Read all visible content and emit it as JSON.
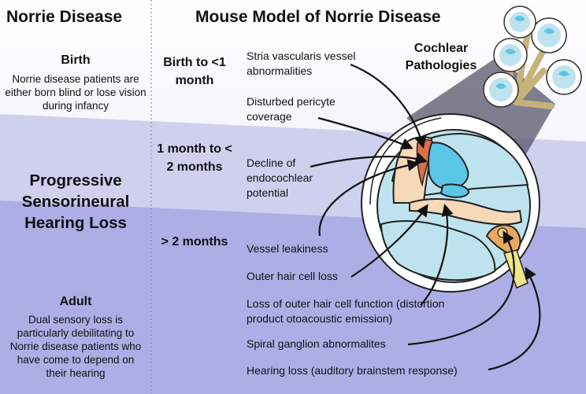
{
  "left": {
    "title": "Norrie Disease",
    "birth_heading": "Birth",
    "birth_text": "Norrie disease patients are either born blind or lose vision during infancy",
    "progressive_heading": "Progressive Sensorineural Hearing Loss",
    "adult_heading": "Adult",
    "adult_text": "Dual sensory loss is particularly debilitating to Norrie disease patients who have come to depend on their hearing"
  },
  "right": {
    "title": "Mouse Model of Norrie Disease",
    "inset_title": "Cochlear Pathologies",
    "stages": [
      {
        "label": "Birth to <1 month"
      },
      {
        "label": "1 month to < 2 months"
      },
      {
        "label": "> 2 months"
      }
    ],
    "pathologies": [
      "Stria vascularis vessel abnormalities",
      "Disturbed pericyte coverage",
      "Decline of endocochlear potential",
      "Vessel leakiness",
      "Outer hair cell loss",
      "Loss of outer hair cell function (distortion product otoacoustic emission)",
      "Spiral ganglion abnormalites",
      "Hearing loss (auditory brainstem response)"
    ]
  },
  "colors": {
    "band_light": "#e6e6f4",
    "band_mid": "#c9c9ec",
    "band_dark": "#a7a7e3",
    "fluid": "#bfe3ee",
    "endolymph": "#5cc6e8",
    "tissue": "#f5d9b8",
    "stria": "#d9704a",
    "ganglion": "#e9a860",
    "nerve": "#eee68a"
  }
}
